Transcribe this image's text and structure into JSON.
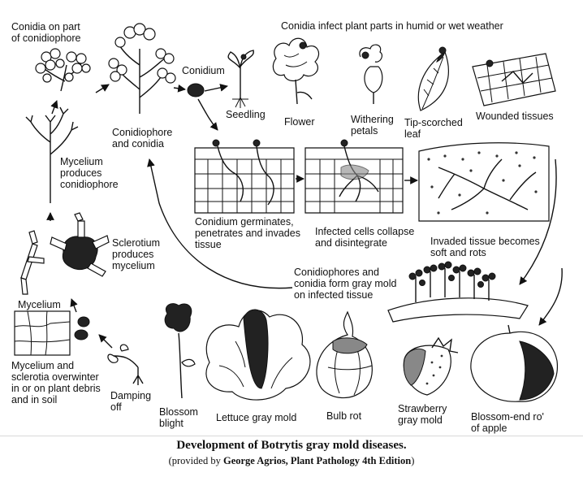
{
  "labels": {
    "conidia_on_part": "Conidia on part\nof conidiophore",
    "conidia_infect": "Conidia infect plant parts in humid or wet weather",
    "conidium": "Conidium",
    "seedling": "Seedling",
    "flower": "Flower",
    "withering_petals": "Withering\npetals",
    "tip_scorched": "Tip-scorched\nleaf",
    "wounded_tissues": "Wounded tissues",
    "conidiophore_conidia": "Conidiophore\nand conidia",
    "mycelium_produces": "Mycelium\nproduces\nconidiophore",
    "conidium_germinates": "Conidium germinates,\npenetrates and invades\ntissue",
    "infected_cells": "Infected cells collapse\nand disintegrate",
    "invaded_tissue": "Invaded tissue becomes\nsoft and rots",
    "sclerotium": "Sclerotium\nproduces\nmycelium",
    "conidiophores_form": "Conidiophores and\nconidia form gray mold\non infected tissue",
    "mycelium": "Mycelium",
    "overwinter": "Mycelium and\nsclerotia overwinter\nin or on plant debris\nand in soil",
    "damping_off": "Damping\noff",
    "blossom_blight": "Blossom\nblight",
    "lettuce": "Lettuce gray mold",
    "bulb_rot": "Bulb rot",
    "strawberry": "Strawberry\ngray mold",
    "blossom_end_rot": "Blossom-end ro'\nof apple"
  },
  "caption": {
    "title": "Development of Botrytis gray mold diseases.",
    "credit_prefix": "(provided by ",
    "credit_author": "George Agrios, Plant Pathology 4th Edition",
    "credit_suffix": ")"
  }
}
